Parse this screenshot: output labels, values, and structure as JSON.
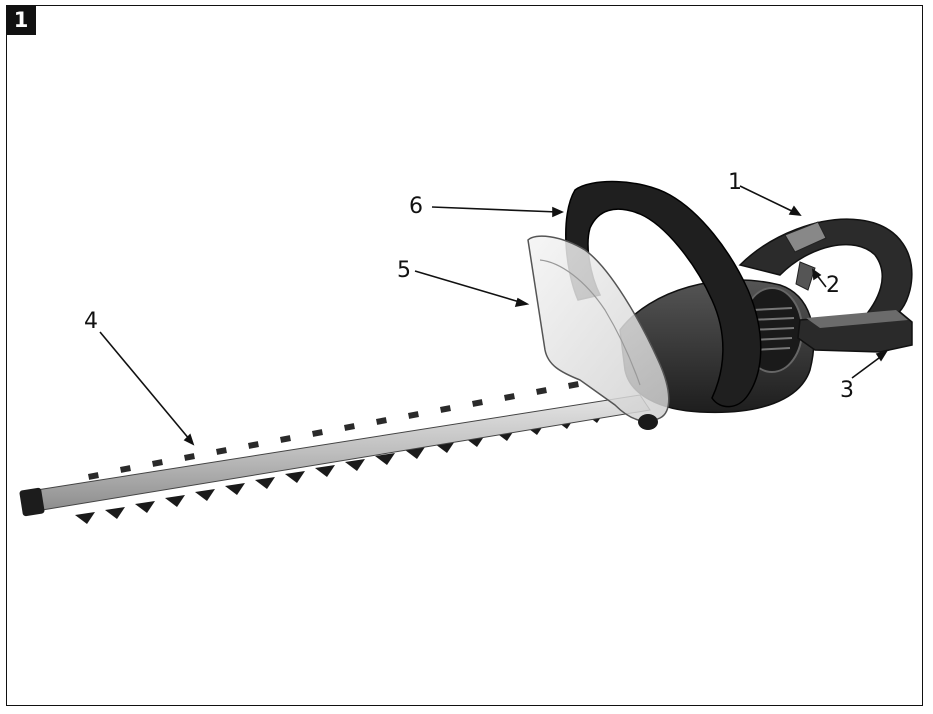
{
  "figure": {
    "number": "1"
  },
  "callouts": [
    {
      "id": "1",
      "label": "1"
    },
    {
      "id": "2",
      "label": "2"
    },
    {
      "id": "3",
      "label": "3"
    },
    {
      "id": "4",
      "label": "4"
    },
    {
      "id": "5",
      "label": "5"
    },
    {
      "id": "6",
      "label": "6"
    }
  ],
  "colors": {
    "ink": "#111111",
    "blade": "#c9c9c9",
    "body": "#3a3a3a",
    "guard": "#e8e8e8"
  }
}
